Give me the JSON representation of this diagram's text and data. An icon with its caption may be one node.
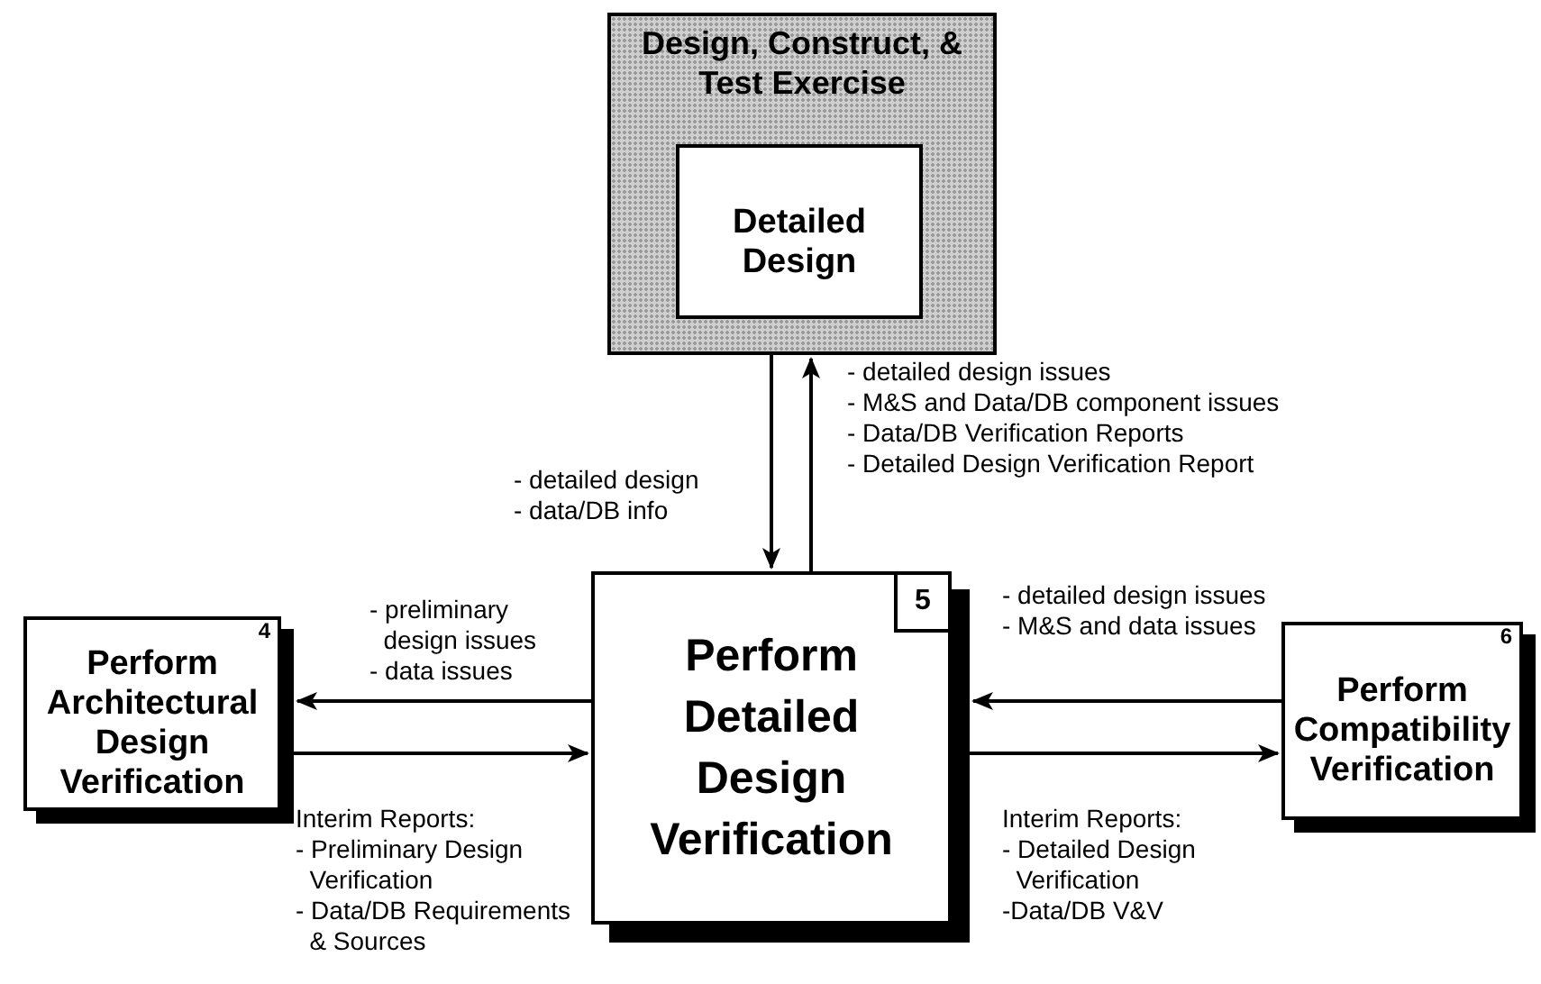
{
  "diagram": {
    "nodes": [
      {
        "text": [
          "Design, Construct, & Test Exercise"
        ]
      },
      {
        "text": [
          "Detailed Design"
        ],
        "in": 0
      },
      {
        "text": [
          "4",
          "Perform Architectural Design Verification"
        ]
      },
      {
        "text": [
          "Perform Detailed Design Verification"
        ]
      },
      {
        "text": [
          "5"
        ],
        "in": 3
      },
      {
        "text": [
          "6",
          "Perform Compatibility Verification"
        ]
      }
    ],
    "edges": [
      {
        "from": 0,
        "to": 3,
        "arrow": "to",
        "label": "- detailed design - data/DB info"
      },
      {
        "from": 3,
        "to": 0,
        "arrow": "to",
        "label": "- detailed design issues - M&S and Data/DB component issues - Data/DB Verification Reports - Detailed Design Verification Report"
      },
      {
        "from": 3,
        "to": 2,
        "arrow": "to",
        "label": "- preliminary design issues - data issues"
      },
      {
        "from": 2,
        "to": 3,
        "arrow": "to",
        "label": "Interim Reports: - Preliminary Design Verification - Data/DB Requirements & Sources"
      },
      {
        "from": 5,
        "to": 3,
        "arrow": "to",
        "label": "- detailed design issues - M&S and data issues"
      },
      {
        "from": 3,
        "to": 5,
        "arrow": "to",
        "label": "Interim Reports: - Detailed Design Verification -Data/DB V&V"
      }
    ]
  }
}
